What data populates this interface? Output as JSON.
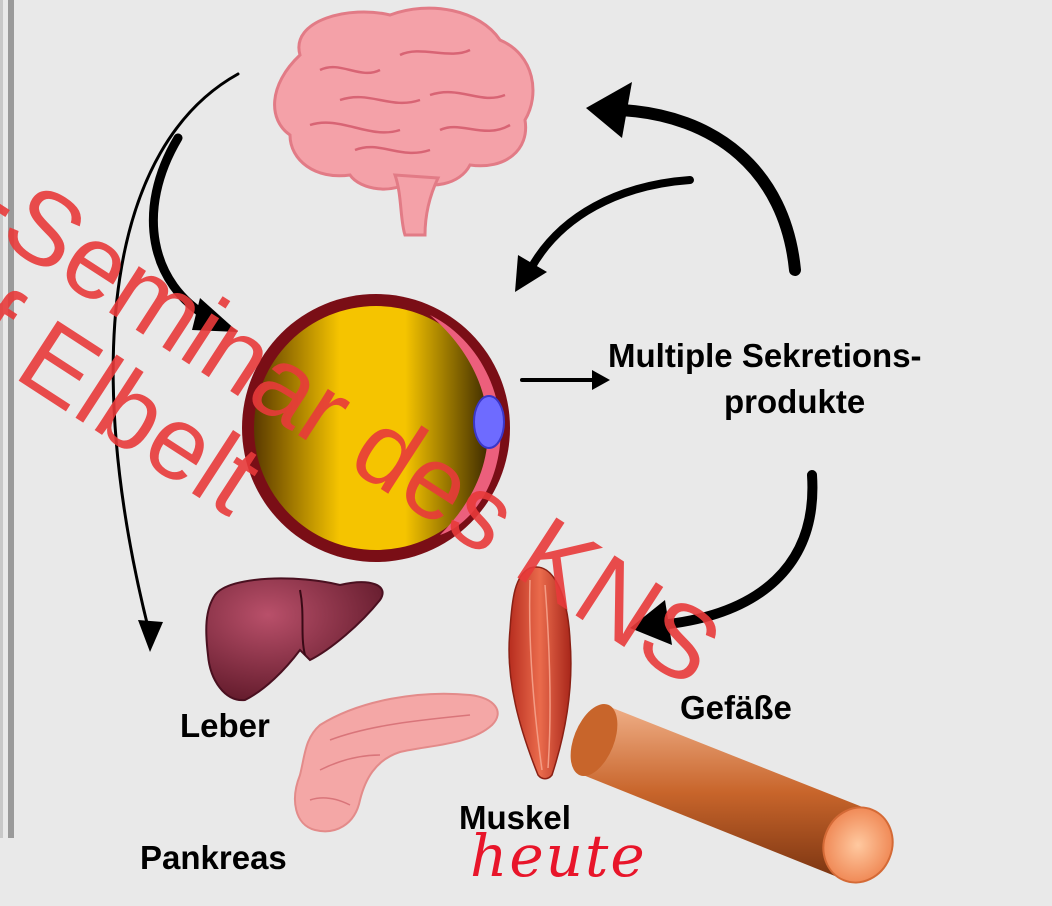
{
  "labels": {
    "secretion": "Multiple Sekretions-",
    "secretion_line2": "produkte",
    "liver": "Leber",
    "pancreas": "Pankreas",
    "muscle": "Muskel",
    "vessels": "Gefäße"
  },
  "handwritten": "heute",
  "watermark": {
    "line1": "e-Seminar des KNS",
    "line2": "If Elbelt"
  },
  "colors": {
    "background": "#e9e9e9",
    "watermark": "#e83a3a",
    "handwriting": "#e8152a",
    "cell_ring": "#7a0e16",
    "cell_core": "#f5c400",
    "nucleus": "#6e6bff"
  }
}
